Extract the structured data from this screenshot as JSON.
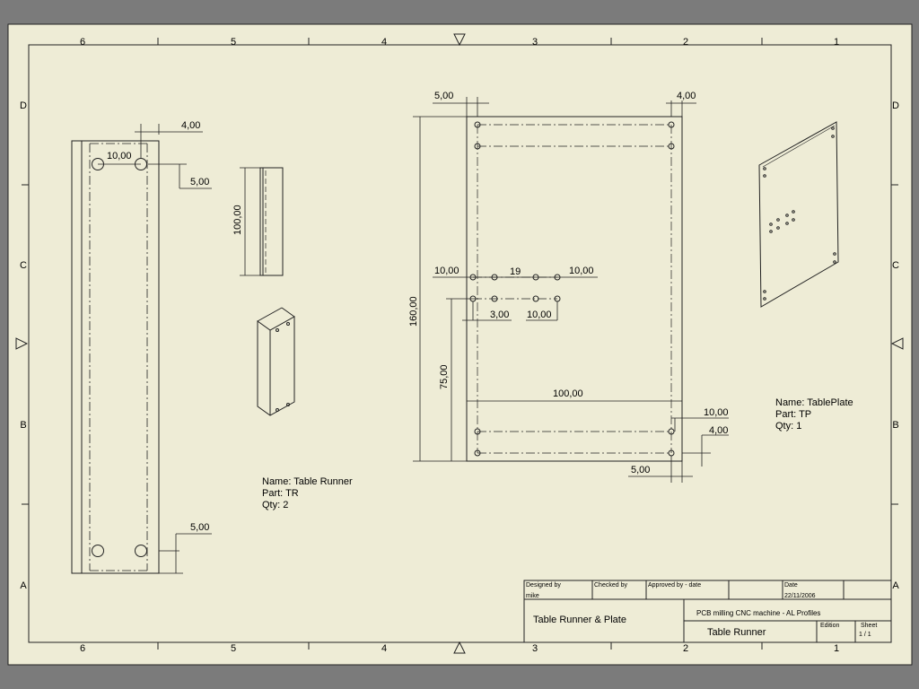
{
  "zones": {
    "columns": [
      "6",
      "5",
      "4",
      "3",
      "2",
      "1"
    ],
    "rows": [
      "D",
      "C",
      "B",
      "A"
    ]
  },
  "runner": {
    "dims": {
      "top_offset": "4,00",
      "hole_spacing": "10,00",
      "hole_offset": "5,00",
      "bottom_offset": "5,00"
    },
    "side_view_dim": "100,00",
    "label": {
      "name": "Name: Table Runner",
      "part": "Part: TR",
      "qty": "Qty: 2"
    }
  },
  "plate": {
    "dims": {
      "left_margin": "5,00",
      "right_margin": "4,00",
      "height": "160,00",
      "center_height": "75,00",
      "row_left": "10,00",
      "row_mid": "19",
      "row_right": "10,00",
      "sub_left": "3,00",
      "sub_right": "10,00",
      "width": "100,00",
      "br_top": "10,00",
      "br_mid": "4,00",
      "br_bottom": "5,00"
    },
    "label": {
      "name": "Name: TablePlate",
      "part": "Part: TP",
      "qty": "Qty: 1"
    }
  },
  "title_block": {
    "designed_by_label": "Designed by",
    "designed_by_value": "mike",
    "checked_by_label": "Checked by",
    "approved_by_label": "Approved by - date",
    "date_label": "Date",
    "date_value": "22/11/2006",
    "title": "Table Runner & Plate",
    "project": "PCB milling CNC machine - AL Profiles",
    "part_name": "Table Runner",
    "edition_label": "Edition",
    "sheet_label": "Sheet",
    "sheet_value": "1 / 1"
  }
}
